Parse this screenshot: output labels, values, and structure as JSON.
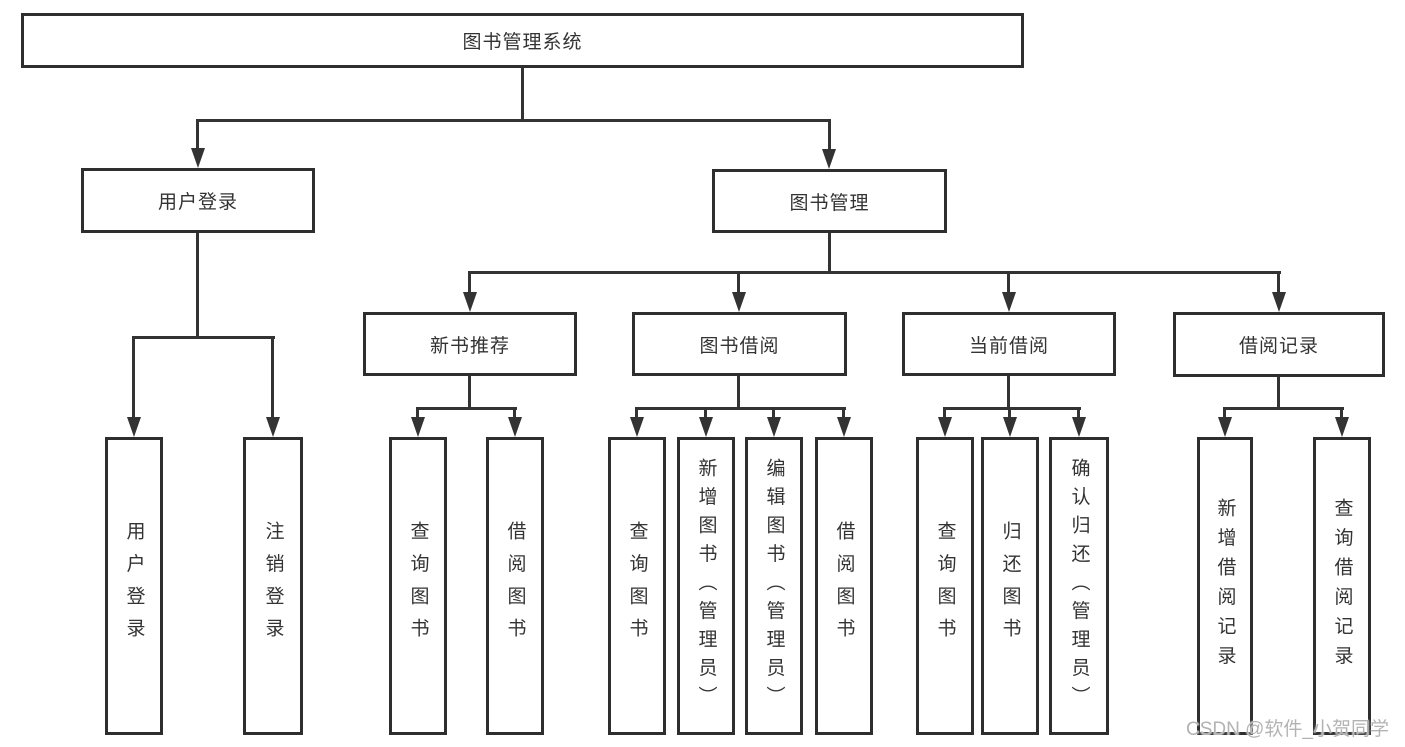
{
  "tree": {
    "root": "图书管理系统",
    "children": [
      {
        "label": "用户登录",
        "children": [
          "用户登录",
          "注销登录"
        ]
      },
      {
        "label": "图书管理",
        "children": [
          {
            "label": "新书推荐",
            "children": [
              "查询图书",
              "借阅图书"
            ]
          },
          {
            "label": "图书借阅",
            "children": [
              "查询图书",
              "新增图书（管理员）",
              "编辑图书（管理员）",
              "借阅图书"
            ]
          },
          {
            "label": "当前借阅",
            "children": [
              "查询图书",
              "归还图书",
              "确认归还（管理员）"
            ]
          },
          {
            "label": "借阅记录",
            "children": [
              "新增借阅记录",
              "查询借阅记录"
            ]
          }
        ]
      }
    ]
  },
  "watermark": {
    "text": "CSDN @软件_小贺同学"
  },
  "colors": {
    "line": "#333333",
    "box_border": "#2e2e2e",
    "text": "#333333",
    "background": "#ffffff",
    "watermark": "#b3b3b3"
  }
}
